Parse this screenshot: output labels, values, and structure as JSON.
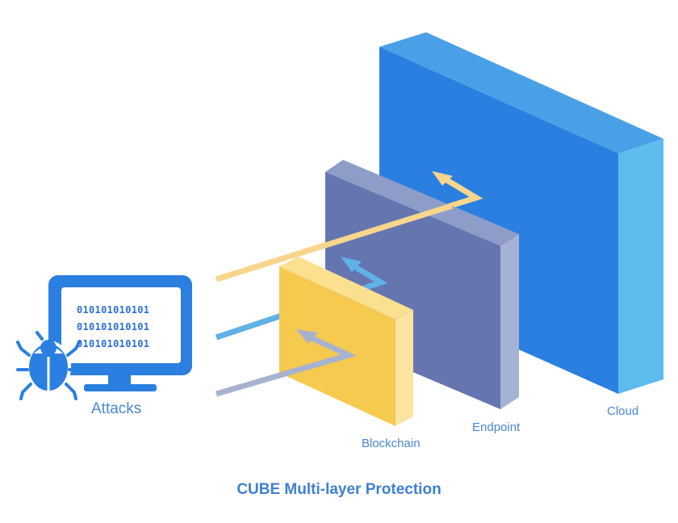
{
  "diagram": {
    "title": "CUBE Multi-layer Protection",
    "attacks_label": "Attacks",
    "binary_lines": [
      "010101010101",
      "010101010101",
      "010101010101"
    ],
    "layers": [
      {
        "name": "Blockchain",
        "color": "#f6c94f"
      },
      {
        "name": "Endpoint",
        "color": "#6575b0"
      },
      {
        "name": "Cloud",
        "color": "#2a7fe0"
      }
    ],
    "arrows": [
      {
        "color": "#f7d68c",
        "stops_at": "Cloud"
      },
      {
        "color": "#5fb1e6",
        "stops_at": "Endpoint"
      },
      {
        "color": "#a6b2cf",
        "stops_at": "Blockchain"
      }
    ],
    "icons": [
      "monitor-icon",
      "bug-icon"
    ],
    "accent_color": "#2a7fe0"
  }
}
